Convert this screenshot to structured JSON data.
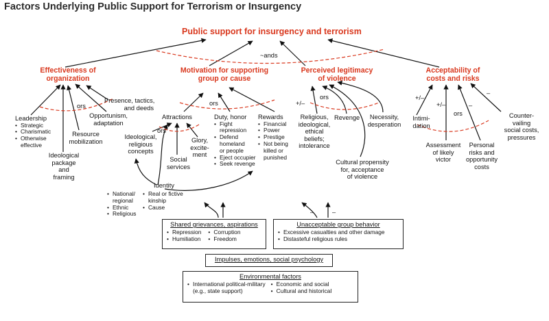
{
  "title": "Factors Underlying Public Support for Terrorism or Insurgency",
  "hub": "Public support for insurgency and terrorism",
  "ands_label": "~ands",
  "ors_label": "ors",
  "sign_pm": "+/–",
  "sign_minus": "–",
  "colors": {
    "accent": "#d9381e",
    "text": "#111111",
    "arrow": "#111111"
  },
  "categories": {
    "effectiveness": {
      "line1": "Effectiveness of",
      "line2": "organization"
    },
    "motivation": {
      "line1": "Motivation for supporting",
      "line2": "group or cause"
    },
    "legitimacy": {
      "line1": "Perceived legitimacy",
      "line2": "of violence"
    },
    "acceptability": {
      "line1": "Acceptability of",
      "line2": "costs and risks"
    }
  },
  "effectiveness": {
    "leadership": {
      "label": "Leadership",
      "items": [
        "Strategic",
        "Charismatic",
        "Otherwise",
        "effective"
      ]
    },
    "ideological_package": [
      "Ideological",
      "package",
      "and",
      "framing"
    ],
    "resource": [
      "Resource",
      "mobilization"
    ],
    "opportunism": [
      "Opportunism,",
      "adaptation"
    ],
    "presence": [
      "Presence, tactics,",
      "and deeds"
    ]
  },
  "motivation": {
    "attractions": "Attractions",
    "ideological_concepts": [
      "Ideological,",
      "religious",
      "concepts"
    ],
    "social_services": [
      "Social",
      "services"
    ],
    "glory": [
      "Glory,",
      "excite-",
      "ment"
    ],
    "duty": {
      "label": "Duty, honor",
      "items": [
        "Fight",
        "repression",
        "Defend",
        "homeland",
        "or people",
        "Eject occupier",
        "Seek revenge"
      ]
    },
    "rewards": {
      "label": "Rewards",
      "items": [
        "Financial",
        "Power",
        "Prestige",
        "Not being",
        "killed or",
        "punished"
      ]
    },
    "identity": {
      "label": "Identity",
      "left": [
        "National/",
        "regional",
        "Ethnic",
        "Religious"
      ],
      "right": [
        "Real or fictive",
        "kinship",
        "Cause"
      ]
    }
  },
  "legitimacy": {
    "religious": [
      "Religious,",
      "ideological,",
      "ethical",
      "beliefs;",
      "intolerance"
    ],
    "revenge": "Revenge",
    "necessity": [
      "Necessity,",
      "desperation"
    ],
    "cultural": [
      "Cultural propensity",
      "for, acceptance",
      "of violence"
    ]
  },
  "acceptability": {
    "intimidation": [
      "Intimi-",
      "dation"
    ],
    "assessment": [
      "Assessment",
      "of likely",
      "victor"
    ],
    "personal": [
      "Personal",
      "risks and",
      "opportunity",
      "costs"
    ],
    "countervailing": [
      "Counter-",
      "vailing",
      "social costs,",
      "pressures"
    ]
  },
  "boxes": {
    "grievances": {
      "title": "Shared grievances, aspirations",
      "col1": [
        "Repression",
        "Humiliation"
      ],
      "col2": [
        "Corruption",
        "Freedom"
      ]
    },
    "behavior": {
      "title": "Unacceptable group behavior",
      "items": [
        "Excessive casualties and other damage",
        "Distasteful religious rules"
      ]
    },
    "impulses": {
      "title": "Impulses, emotions, social psychology"
    },
    "environment": {
      "title": "Environmental factors",
      "col1": [
        "International political-military",
        "(e.g., state support)"
      ],
      "col2": [
        "Economic and social",
        "Cultural and historical"
      ]
    }
  }
}
